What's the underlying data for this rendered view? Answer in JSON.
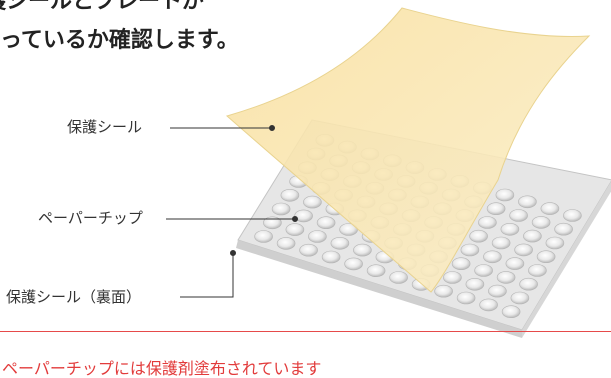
{
  "heading": {
    "line1": "護シールとプレートが",
    "line2": "っているか確認します。"
  },
  "labels": {
    "protective_seal": "保護シール",
    "paper_tip": "ペーパーチップ",
    "protective_seal_back": "保護シール（裏面）"
  },
  "footer": {
    "note": "ペーパーチップには保護剤塗布されています"
  },
  "colors": {
    "seal": "#f8e2a6",
    "plate": "#e6e6e6",
    "accent_line": "#e64a4a"
  }
}
